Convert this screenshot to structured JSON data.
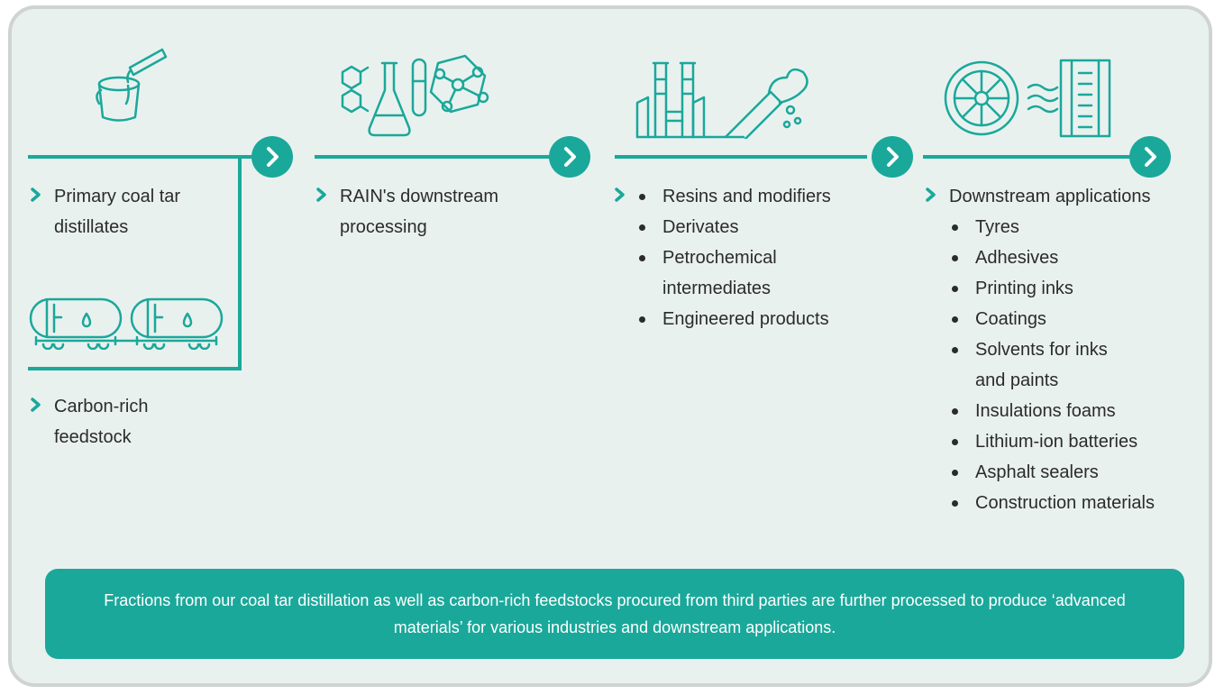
{
  "stages": [
    {
      "label": "Primary coal tar\ndistillates",
      "icon": "paint-bucket-icon"
    },
    {
      "label": "RAIN's downstream\nprocessing",
      "icon": "chemistry-lab-icon"
    },
    {
      "products": [
        "Resins and modifiers",
        "Derivates",
        "Petrochemical\nintermediates",
        "Engineered products"
      ],
      "icon": "industrial-plant-icon"
    },
    {
      "label": "Downstream applications",
      "applications": [
        "Tyres",
        "Adhesives",
        "Printing inks",
        "Coatings",
        "Solvents for inks\nand paints",
        "Insulations foams",
        "Lithium-ion batteries",
        "Asphalt sealers",
        "Construction materials"
      ],
      "icon": "tyre-and-building-icon"
    }
  ],
  "feedstock": {
    "label": "Carbon-rich\nfeedstock",
    "icon": "tank-wagons-icon"
  },
  "banner": {
    "text": "Fractions from our coal tar distillation as well as carbon-rich feedstocks procured from third parties are further processed to produce ‘advanced materials’ for various industries and downstream applications."
  },
  "colors": {
    "accent": "#1aa89a",
    "background": "#e9f1ef",
    "border": "#cfd3d3",
    "text": "#2b2b2b"
  }
}
